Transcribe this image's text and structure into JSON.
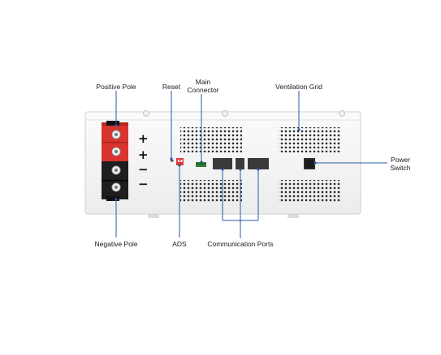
{
  "labels": {
    "positive_pole": "Positive Pole",
    "reset": "Reset",
    "main_connector": "Main\nConnector",
    "ventilation_grid": "Ventilation Grid",
    "power_switch": "Power\nSwitch",
    "negative_pole": "Negative Pole",
    "ads": "ADS",
    "communication_ports": "Communication Ports"
  },
  "terminal_signs": [
    "+",
    "+",
    "−",
    "−"
  ],
  "colors": {
    "lead_line": "#2b59a8",
    "positive_terminal": "#d8332f",
    "negative_terminal": "#1e1e1e",
    "adsswitch": "#e23a34",
    "main_connector_block": "#2e7d32",
    "housing": "#f7f7f7"
  }
}
